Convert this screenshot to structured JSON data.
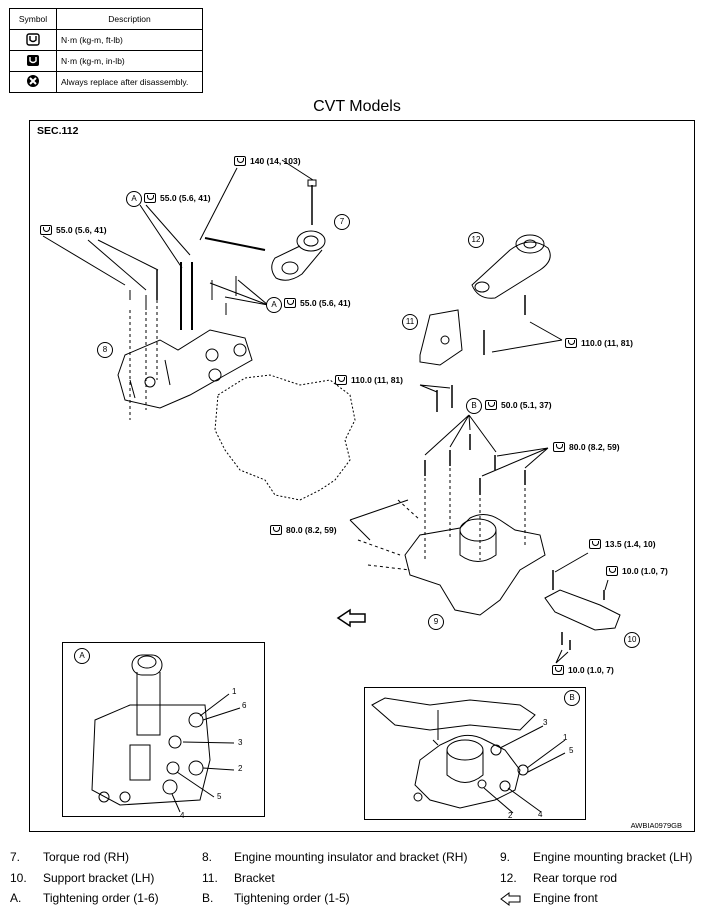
{
  "symbol_table": {
    "header_symbol": "Symbol",
    "header_description": "Description",
    "rows": [
      {
        "icon": "torque-wrench-icon",
        "description": "N·m (kg-m, ft-lb)"
      },
      {
        "icon": "torque-wrench-small-icon",
        "description": "N·m (kg-m, in-lb)"
      },
      {
        "icon": "always-replace-icon",
        "description": "Always replace after disassembly."
      }
    ]
  },
  "diagram": {
    "title": "CVT Models",
    "section": "SEC.112",
    "image_code": "AWBIA0979GB",
    "torques": {
      "t140": "140 (14, 103)",
      "t55_a": "55.0 (5.6, 41)",
      "t55_left": "55.0 (5.6, 41)",
      "t55_mid": "55.0 (5.6, 41)",
      "t110_right": "110.0 (11, 81)",
      "t110_left": "110.0 (11, 81)",
      "t50": "50.0 (5.1, 37)",
      "t80_right": "80.0 (8.2, 59)",
      "t80_left": "80.0 (8.2, 59)",
      "t13": "13.5 (1.4, 10)",
      "t10_top": "10.0 (1.0, 7)",
      "t10_bottom": "10.0 (1.0, 7)"
    },
    "callouts": {
      "c7": "7",
      "c8": "8",
      "c9": "9",
      "c10": "10",
      "c11": "11",
      "c12": "12",
      "cA1": "A",
      "cA2": "A",
      "cB": "B"
    },
    "detail_a": {
      "label": "A",
      "order": [
        "1",
        "6",
        "3",
        "2",
        "5",
        "4"
      ]
    },
    "detail_b": {
      "label": "B",
      "order": [
        "3",
        "1",
        "5",
        "4",
        "2"
      ]
    }
  },
  "legend": [
    {
      "num": "7.",
      "text": "Torque rod (RH)"
    },
    {
      "num": "8.",
      "text": "Engine mounting insulator and bracket (RH)"
    },
    {
      "num": "9.",
      "text": "Engine mounting bracket (LH)"
    },
    {
      "num": "10.",
      "text": "Support bracket (LH)"
    },
    {
      "num": "11.",
      "text": "Bracket"
    },
    {
      "num": "12.",
      "text": "Rear torque rod"
    },
    {
      "num": "A.",
      "text": "Tightening order  (1-6)"
    },
    {
      "num": "B.",
      "text": "Tightening order (1-5)"
    },
    {
      "num": "",
      "text": "Engine front",
      "icon": "arrow-left-outline-icon"
    }
  ]
}
